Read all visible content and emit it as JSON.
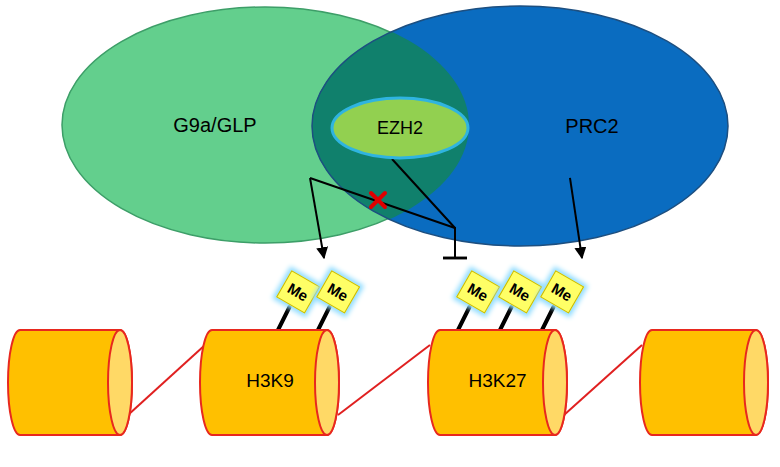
{
  "diagram": {
    "nodes": [
      {
        "text": [
          "G9a/GLP"
        ]
      },
      {
        "text": [
          "EZH2"
        ]
      },
      {
        "text": [
          "PRC2"
        ]
      },
      {
        "text": [
          "Me"
        ]
      },
      {
        "text": [
          "Me"
        ]
      },
      {
        "text": [
          "Me"
        ]
      },
      {
        "text": [
          "Me"
        ]
      },
      {
        "text": [
          "Me"
        ]
      },
      {
        "text": [
          "H3K9"
        ]
      },
      {
        "text": [
          "H3K27"
        ]
      }
    ],
    "edges": [
      {
        "from": 0,
        "to": 8,
        "arrow": "to"
      },
      {
        "from": 2,
        "to": 9,
        "arrow": "to"
      },
      {
        "from": 0,
        "to": 9,
        "arrow": "to"
      },
      {
        "from": 1,
        "to": 9,
        "arrow": "to"
      }
    ]
  }
}
